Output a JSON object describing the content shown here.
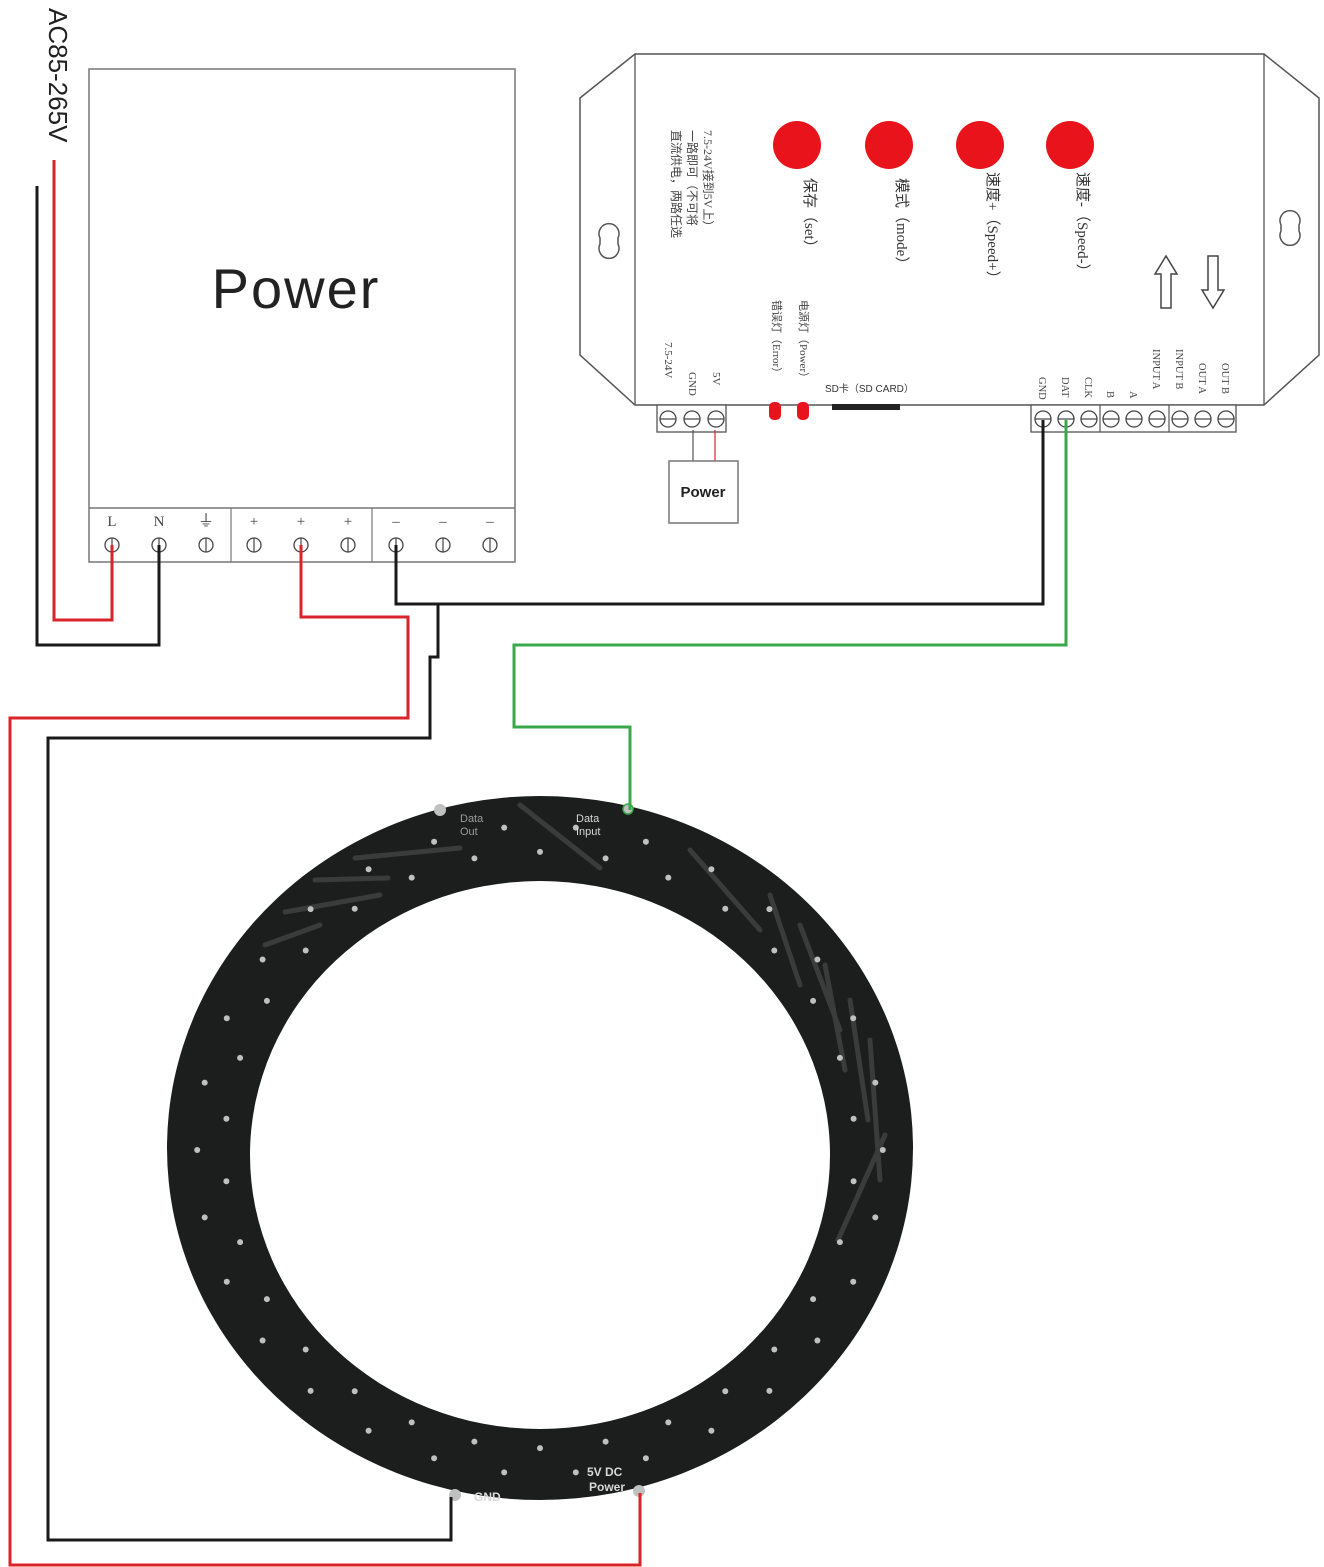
{
  "supply": {
    "voltage": "AC85-265V"
  },
  "psu": {
    "title": "Power",
    "terminals": [
      "L",
      "N",
      "⏚",
      "+",
      "+",
      "+",
      "–",
      "–",
      "–"
    ]
  },
  "controller": {
    "note": [
      "直流供电，两路任选",
      "一路即可（不可将",
      "7.5-24V接到5V上）"
    ],
    "buttons": [
      "保存（set）",
      "模式（mode）",
      "速度+（Speed+）",
      "速度-（Speed-）"
    ],
    "leds": [
      "错误灯（Error）",
      "电源灯（Power）"
    ],
    "sd_label": "SD卡（SD CARD）",
    "power_terminals": [
      "7.5-24V",
      "GND",
      "5V"
    ],
    "output_terminals": [
      "GND",
      "DAT",
      "CLK",
      "B",
      "A",
      "INPUT A",
      "INPUT B",
      "OUT A",
      "OUT B"
    ],
    "power_box": "Power",
    "colors": {
      "button": "#e8131b",
      "led": "#e8131b"
    }
  },
  "ring": {
    "labels": {
      "data_out": [
        "Data",
        "Out"
      ],
      "data_input": [
        "Data",
        "Input"
      ],
      "gnd": "GND",
      "power": [
        "5V DC",
        "Power"
      ]
    },
    "colors": {
      "pcb": "#1c1d1d",
      "pad": "#bfc0c0"
    }
  },
  "wires": {
    "colors": {
      "live": "#d9242b",
      "neutral": "#1a1a1a",
      "data": "#3aa84a"
    }
  }
}
